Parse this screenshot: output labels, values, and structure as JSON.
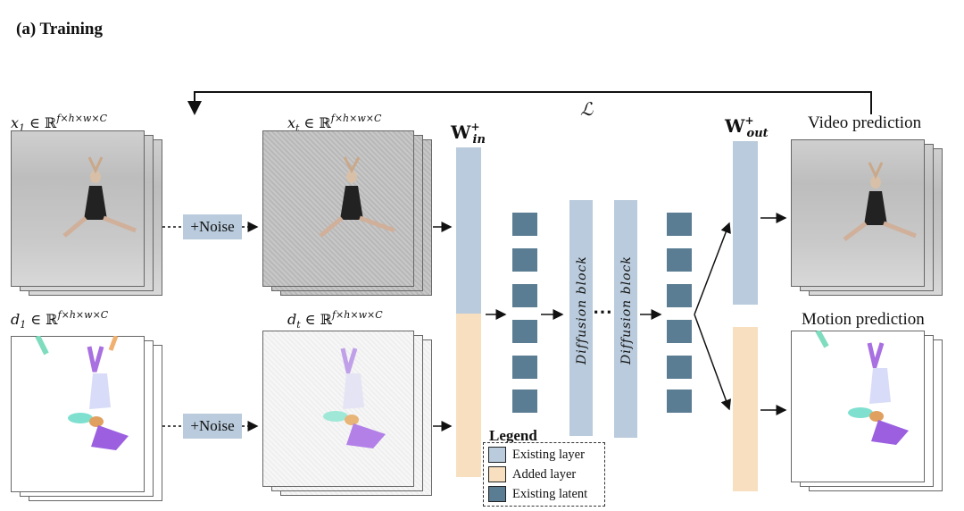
{
  "title": "(a) Training",
  "loss_label": "ℒ",
  "noise_label": "+Noise",
  "inputs": {
    "x1": {
      "var": "x",
      "sub": "1",
      "rest": " ∈ ℝ",
      "sup": "f×h×w×C"
    },
    "xt": {
      "var": "x",
      "sub": "t",
      "rest": " ∈ ℝ",
      "sup": "f×h×w×C"
    },
    "d1": {
      "var": "d",
      "sub": "1",
      "rest": " ∈ ℝ",
      "sup": "f×h×w×C"
    },
    "dt": {
      "var": "d",
      "sub": "t",
      "rest": " ∈ ℝ",
      "sup": "f×h×w×C"
    }
  },
  "w_in": {
    "base": "W",
    "sup": "+",
    "sub": "in"
  },
  "w_out": {
    "base": "W",
    "sup": "+",
    "sub": "out"
  },
  "diffusion_block_label": "Diffusion block",
  "ellipsis": "⋯",
  "outputs": {
    "video": "Video prediction",
    "motion": "Motion prediction"
  },
  "legend": {
    "title": "Legend",
    "items": [
      {
        "label": "Existing layer",
        "color": "#b9cbdc"
      },
      {
        "label": "Added layer",
        "color": "#f7dfc0"
      },
      {
        "label": "Existing latent",
        "color": "#5b7d93"
      }
    ]
  },
  "colors": {
    "existing_layer": "#b9cbdc",
    "added_layer": "#f7dfc0",
    "existing_latent": "#5b7d93"
  }
}
